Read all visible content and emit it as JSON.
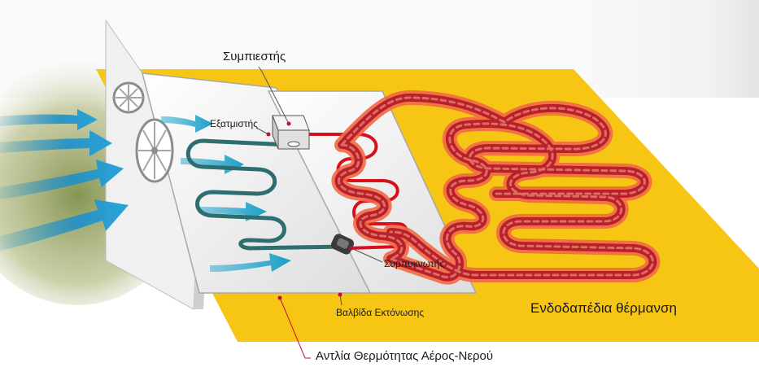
{
  "labels": {
    "compressor": "Συμπιεστής",
    "evaporator": "Εξατμιστής",
    "condenser": "Συμπυκνωτής",
    "expansion_valve": "Βαλβίδα Εκτόνωσης",
    "floor_heating": "Ενδοδαπέδια θέρμανση",
    "heat_pump": "Αντλία Θερμότητας Αέρος-Νερού"
  },
  "colors": {
    "floor": "#f7c614",
    "air_arrow": "#1e8fc9",
    "refrigerant_hot": "#d8101c",
    "refrigerant_cold": "#2e6e6e",
    "pipe_hot_outer": "#f06a45",
    "pipe_hot_core": "#b8202c",
    "leader_line": "#c0103a"
  },
  "icons": [
    "air-flow-arrow-icon",
    "fan-icon"
  ]
}
